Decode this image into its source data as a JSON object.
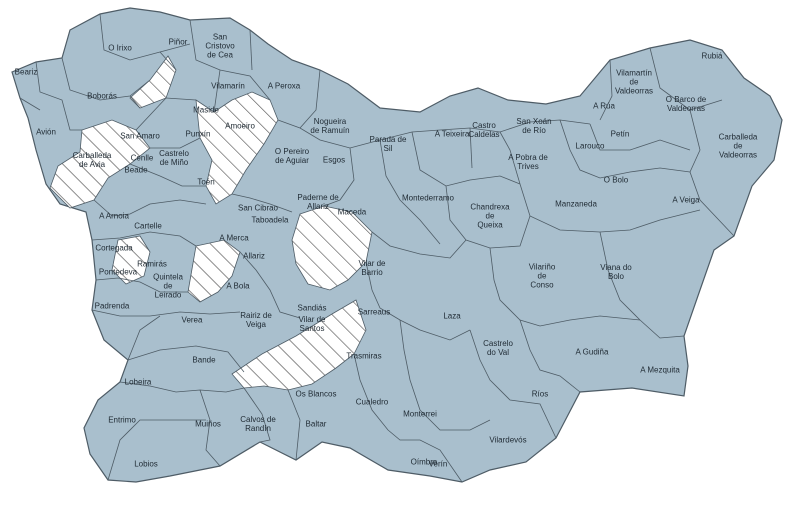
{
  "map": {
    "fill_color": "#a9bfcd",
    "border_color": "#4e5c66",
    "hatch_color": "#555555",
    "background": "#ffffff",
    "hatched_zones_legend": "none shown",
    "municipalities": [
      "O Irixo",
      "Piñor",
      "San\nCristovo\nde Cea",
      "Beariz",
      "Boborás",
      "Vilamarín",
      "A Peroxa",
      "Maside",
      "San Amaro",
      "Punxín",
      "Amoeiro",
      "Nogueira\nde Ramuín",
      "Avión",
      "Carballeda\nde Avia",
      "Cenlle",
      "Beade",
      "Castrelo\nde Miño",
      "Toén",
      "O Pereiro\nde Aguiar",
      "Esgos",
      "Parada de\nSil",
      "A Teixeira",
      "Castro\nCaldelas",
      "San Xoán\nde Río",
      "Vilamartín\nde\nValdeorras",
      "Rubiá",
      "A Rúa",
      "O Barco de\nValdeorras",
      "Petín",
      "Larouco",
      "Carballeda\nde\nValdeorras",
      "A Pobra de\nTrives",
      "O Bolo",
      "A Arnoia",
      "San Cibrao",
      "Paderne de\nAllariz",
      "Maceda",
      "Montederramo",
      "Chandrexa\nde\nQueixa",
      "Manzaneda",
      "A Veiga",
      "Cartelle",
      "Taboadela",
      "Cortegada",
      "A Merca",
      "Ramirás",
      "Allariz",
      "Vilar de\nBarrio",
      "Pontedeva",
      "Quintela\nde\nLeirado",
      "A Bola",
      "Vilariño\nde\nConso",
      "Viana do\nBolo",
      "Padrenda",
      "Verea",
      "Rairiz de\nVeiga",
      "Sandiás",
      "Vilar de\nSantos",
      "Sarreaus",
      "Laza",
      "Castrelo\ndo Val",
      "A Gudiña",
      "Bande",
      "Trasmiras",
      "A Mezquita",
      "Lobeira",
      "Os Blancos",
      "Cualedro",
      "Ríos",
      "Entrimo",
      "Muiños",
      "Calvos de\nRandín",
      "Baltar",
      "Monterrei",
      "Verín",
      "Vilardevós",
      "Lobios",
      "Oímbra"
    ]
  }
}
